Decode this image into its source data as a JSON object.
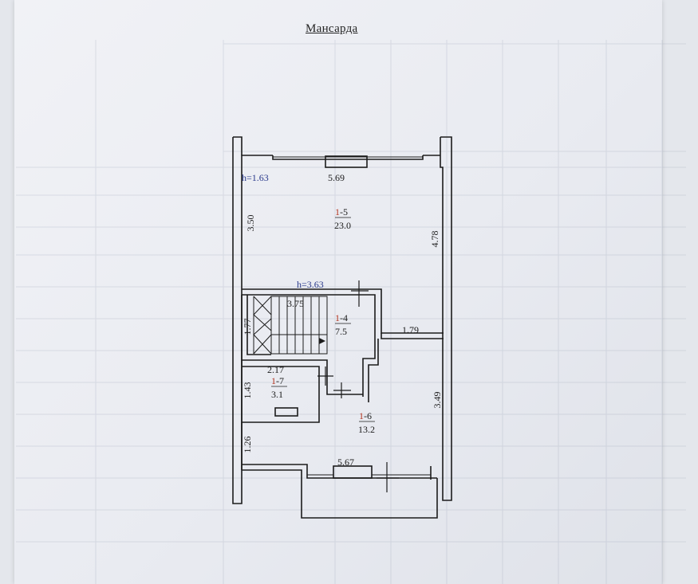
{
  "title": "Мансарда",
  "heights": {
    "top": "h=1.63",
    "middle": "h=3.63"
  },
  "rooms": [
    {
      "id_prefix": "1",
      "id_suffix": "-5",
      "area": "23.0"
    },
    {
      "id_prefix": "1",
      "id_suffix": "-4",
      "area": "7.5"
    },
    {
      "id_prefix": "1",
      "id_suffix": "-7",
      "area": "3.1"
    },
    {
      "id_prefix": "1",
      "id_suffix": "-6",
      "area": "13.2"
    }
  ],
  "dimensions": {
    "top_width": "5.69",
    "left_top": "3.50",
    "right_top": "4.78",
    "stair_width": "3.75",
    "stair_height": "1.77",
    "corridor_width": "1.79",
    "small_room_width": "2.17",
    "small_room_height": "1.43",
    "right_bottom": "3.49",
    "left_bottom": "1.26",
    "bottom_width": "5.67"
  },
  "colors": {
    "ink": "#1c1c1c",
    "height_label": "#2a3a8c",
    "room_number": "#b3341f"
  }
}
